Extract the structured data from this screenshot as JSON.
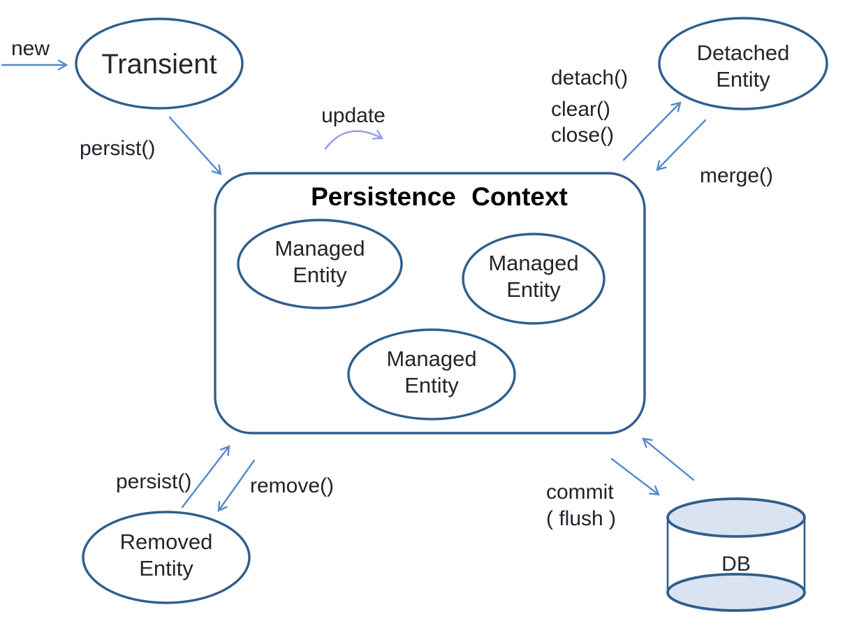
{
  "colors": {
    "background": "#ffffff",
    "node_border": "#305e8c",
    "arrow": "#5489c8",
    "update_arrow": "#939bea",
    "db_fill": "#dae3f2",
    "title_text": "#000000",
    "node_text": "#24262c",
    "label_text": "#20232b"
  },
  "title": "Persistence Context",
  "nodes": {
    "transient": {
      "label": "Transient"
    },
    "managed_entities": [
      {
        "line1": "Managed",
        "line2": "Entity"
      },
      {
        "line1": "Managed",
        "line2": "Entity"
      },
      {
        "line1": "Managed",
        "line2": "Entity"
      }
    ],
    "detached": {
      "line1": "Detached",
      "line2": "Entity"
    },
    "removed": {
      "line1": "Removed",
      "line2": "Entity"
    },
    "db": {
      "label": "DB"
    }
  },
  "edges": {
    "new": {
      "label": "new"
    },
    "persist_to_context": {
      "label": "persist()"
    },
    "update": {
      "label": "update"
    },
    "detach_clear_close": {
      "lines": [
        "detach()",
        "clear()",
        "close()"
      ]
    },
    "merge": {
      "label": "merge()"
    },
    "persist_from_removed": {
      "label": "persist()"
    },
    "remove": {
      "label": "remove()"
    },
    "commit_flush": {
      "line1": "commit",
      "line2": "( flush )"
    }
  }
}
